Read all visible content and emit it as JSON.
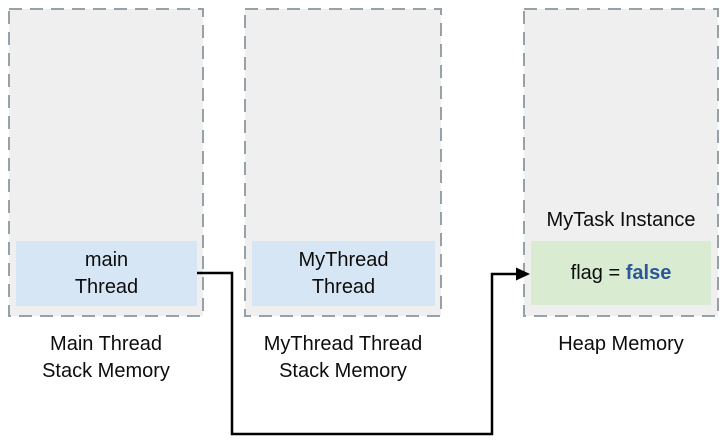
{
  "regions": {
    "main_stack": {
      "cell": {
        "line1": "main",
        "line2": "Thread"
      },
      "caption": {
        "line1": "Main Thread",
        "line2": "Stack Memory"
      }
    },
    "mythread_stack": {
      "cell": {
        "line1": "MyThread",
        "line2": "Thread"
      },
      "caption": {
        "line1": "MyThread Thread",
        "line2": "Stack Memory"
      }
    },
    "heap": {
      "instance_label": "MyTask Instance",
      "cell": {
        "field": "flag =",
        "value": "false"
      },
      "caption": {
        "line1": "Heap Memory"
      }
    }
  },
  "colors": {
    "region_fill": "#efefef",
    "region_border": "#97a1a8",
    "stack_cell_fill": "#d7e6f4",
    "heap_cell_fill": "#d9ecd2",
    "text_color": "#0d0d0d",
    "value_text": "#2b579a",
    "connector": "#000000",
    "canvas_bg": "#ffffff"
  }
}
